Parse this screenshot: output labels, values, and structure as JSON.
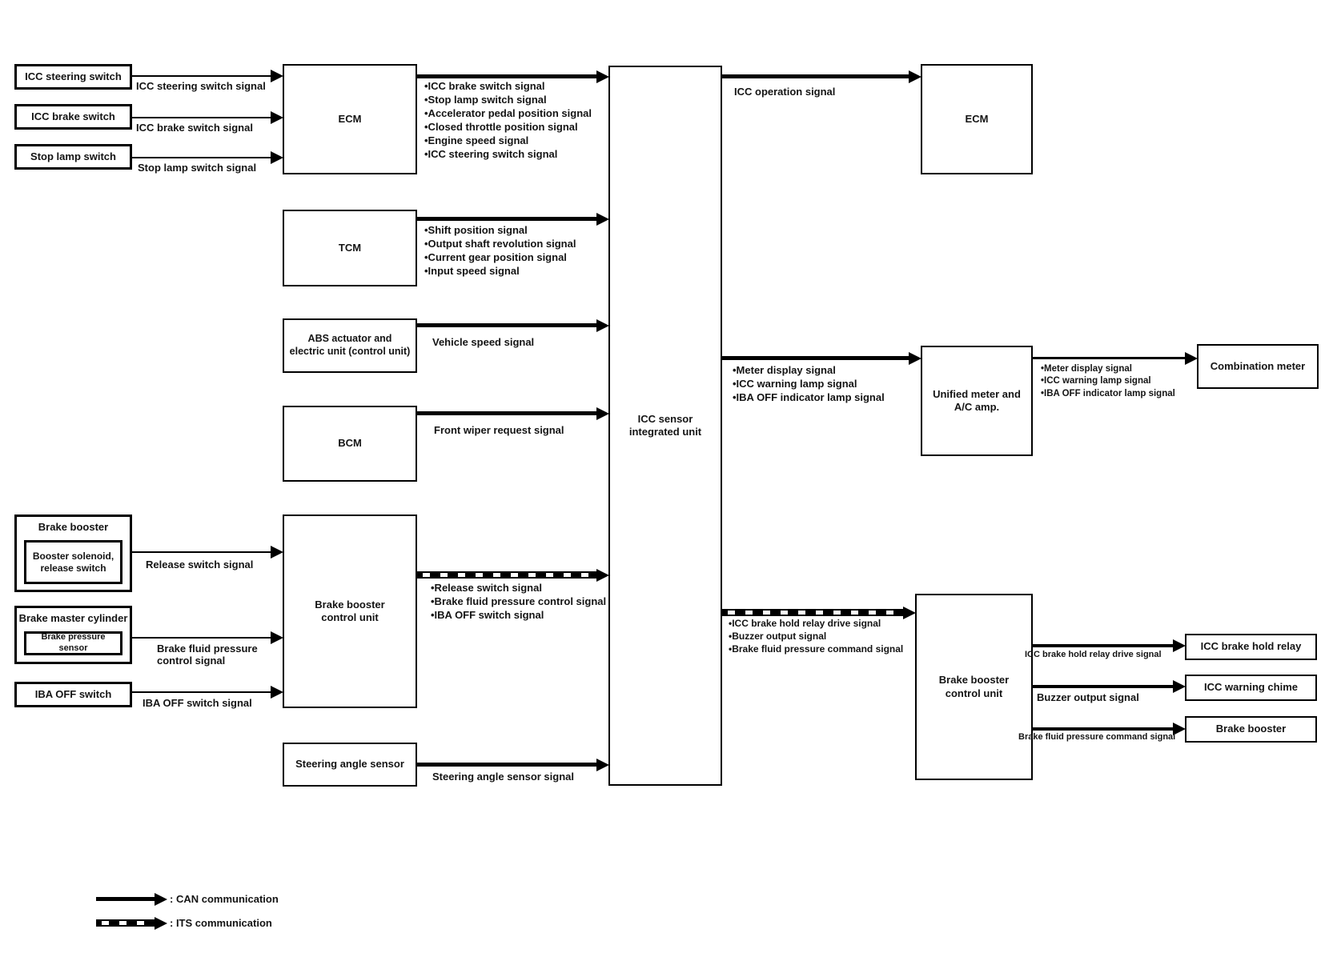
{
  "boxes": {
    "icc_steering_switch": "ICC steering switch",
    "icc_brake_switch": "ICC brake switch",
    "stop_lamp_switch": "Stop lamp switch",
    "brake_booster_left": "Brake booster",
    "booster_solenoid": "Booster solenoid,\nrelease switch",
    "brake_master_cylinder": "Brake master cylinder",
    "brake_pressure_sensor": "Brake pressure sensor",
    "iba_off_switch": "IBA OFF switch",
    "ecm_left": "ECM",
    "tcm": "TCM",
    "abs_unit": "ABS actuator and\nelectric unit (control unit)",
    "bcm": "BCM",
    "brake_booster_cu_left": "Brake booster\ncontrol unit",
    "steering_angle_sensor": "Steering angle sensor",
    "icc_sensor_unit": "ICC sensor\nintegrated unit",
    "ecm_right": "ECM",
    "unified_meter": "Unified meter and\nA/C amp.",
    "brake_booster_cu_right": "Brake booster\ncontrol unit",
    "combination_meter": "Combination meter",
    "icc_brake_hold_relay": "ICC brake hold relay",
    "icc_warning_chime": "ICC warning chime",
    "brake_booster_right": "Brake booster"
  },
  "signals": {
    "icc_steering": "ICC steering switch signal",
    "icc_brake": "ICC brake switch signal",
    "stop_lamp": "Stop lamp switch signal",
    "ecm_to_icc": [
      "•ICC brake switch signal",
      "•Stop lamp switch signal",
      "•Accelerator pedal position signal",
      "•Closed throttle position signal",
      "•Engine speed signal",
      "•ICC steering switch signal"
    ],
    "tcm_to_icc": [
      "•Shift position signal",
      "•Output shaft revolution signal",
      "•Current gear position signal",
      "•Input speed signal"
    ],
    "vehicle_speed": "Vehicle speed signal",
    "front_wiper": "Front wiper request signal",
    "icc_operation": "ICC operation signal",
    "icc_to_meter": [
      "•Meter display signal",
      "•ICC warning lamp signal",
      "•IBA OFF indicator lamp signal"
    ],
    "meter_to_combo": [
      "•Meter display signal",
      "•ICC warning lamp signal",
      "•IBA OFF indicator lamp signal"
    ],
    "release_switch": "Release switch signal",
    "brake_fluid_control": "Brake fluid pressure\ncontrol signal",
    "iba_off": "IBA OFF switch signal",
    "bbcu_to_icc": [
      "•Release switch signal",
      "•Brake fluid pressure control signal",
      "•IBA OFF switch signal"
    ],
    "icc_to_bbcu": [
      "•ICC brake hold relay drive signal",
      "•Buzzer output signal",
      "•Brake fluid pressure command signal"
    ],
    "brake_hold_relay_drive": "ICC brake hold relay drive signal",
    "buzzer_output": "Buzzer output signal",
    "brake_fluid_command": "Brake fluid pressure command signal",
    "steering_angle": "Steering angle sensor signal"
  },
  "legend": {
    "can_label": ": CAN communication",
    "its_label": ": ITS communication"
  },
  "colors": {
    "line": "#000000",
    "background": "#ffffff"
  }
}
